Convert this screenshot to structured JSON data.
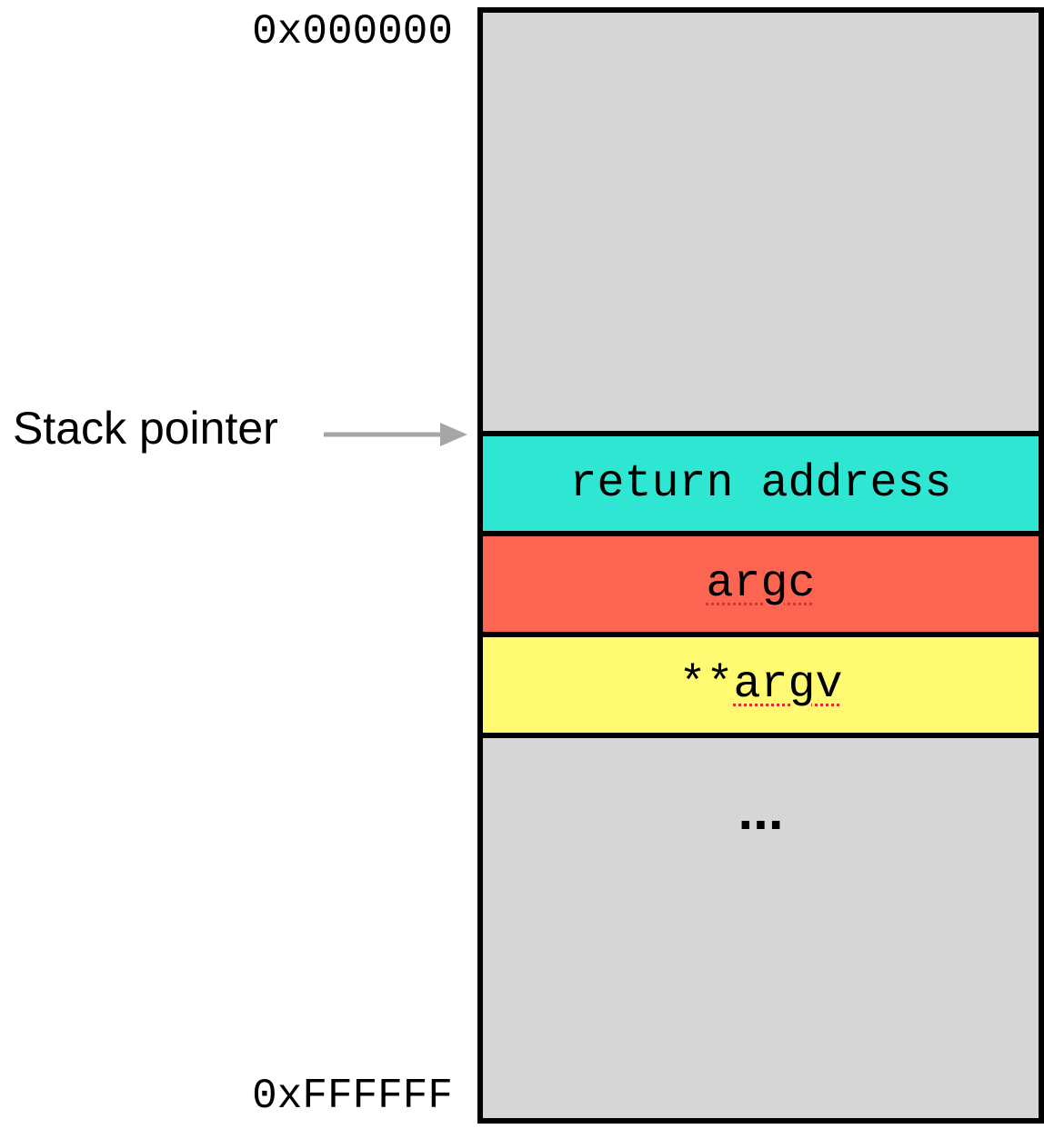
{
  "addresses": {
    "top": "0x000000",
    "bottom": "0xFFFFFF"
  },
  "pointer": {
    "label": "Stack pointer",
    "arrow_color": "#a6a6a6"
  },
  "stack": {
    "free_region": "",
    "slots": [
      {
        "text": "return address",
        "color": "#2fe6d2"
      },
      {
        "text": "argc",
        "color": "#fd6553"
      },
      {
        "prefix": "**",
        "text": "argv",
        "color": "#fffa71"
      }
    ],
    "continuation": "...",
    "region_color": "#d6d6d6"
  },
  "spellcheck_color": "#e0302a"
}
